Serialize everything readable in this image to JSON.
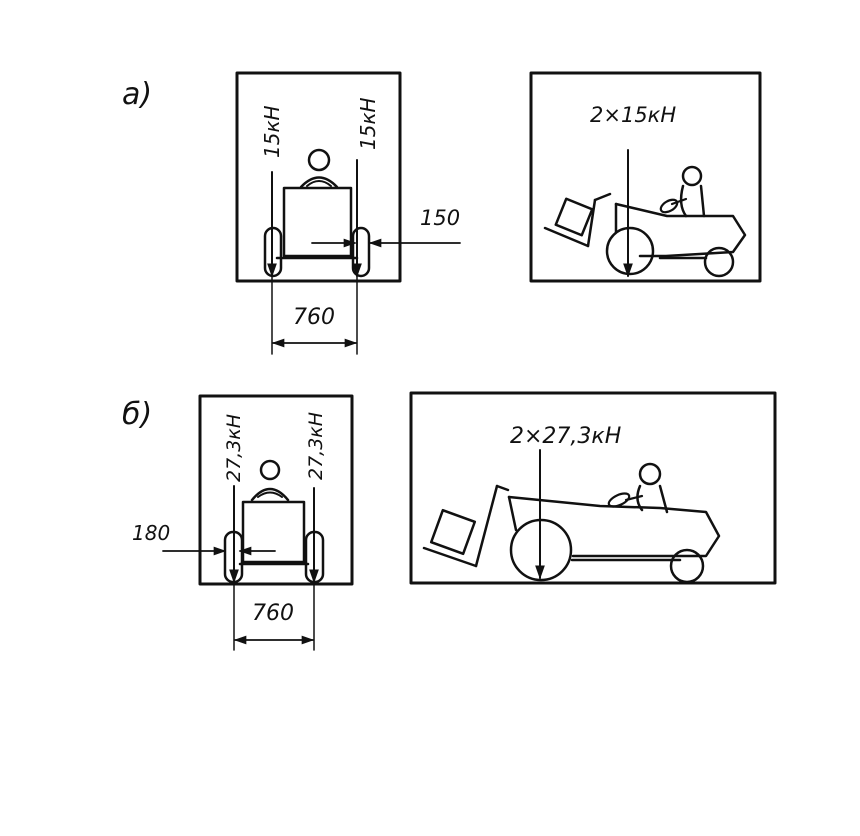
{
  "panel_a": {
    "label": "а)",
    "front_view": {
      "load_left": "15кН",
      "load_right": "15кН",
      "offset_dim": "150",
      "track_dim": "760"
    },
    "side_view": {
      "load": "2×15кН"
    }
  },
  "panel_b": {
    "label": "б)",
    "front_view": {
      "load_left": "27,3кН",
      "load_right": "27,3кН",
      "offset_dim": "180",
      "track_dim": "760"
    },
    "side_view": {
      "load": "2×27,3кН"
    }
  }
}
